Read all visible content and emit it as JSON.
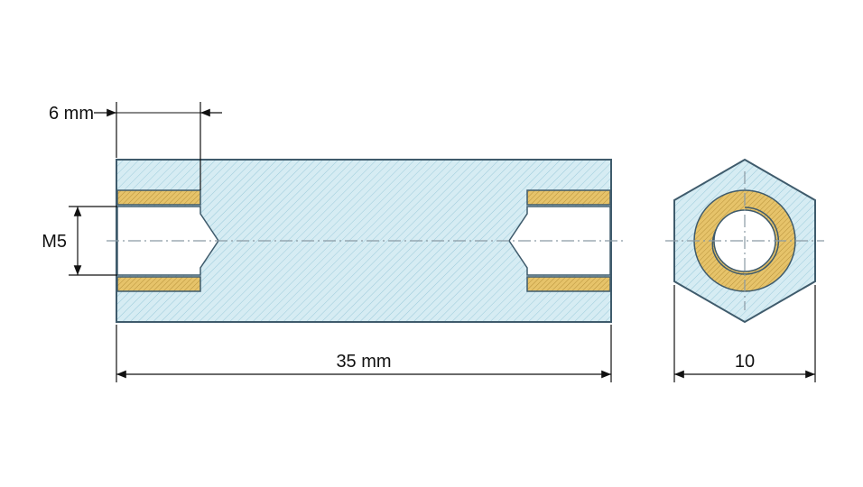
{
  "labels": {
    "thread_depth": "6 mm",
    "thread_size": "M5",
    "length": "35 mm",
    "width_across_flats": "10"
  },
  "colors": {
    "body_fill": "#d6ecf3",
    "body_hatch": "#8fc4d6",
    "thread_fill": "#e6c36a",
    "outline": "#3f5b6c",
    "centerline": "#8a9aa4",
    "dimension": "#111111"
  }
}
